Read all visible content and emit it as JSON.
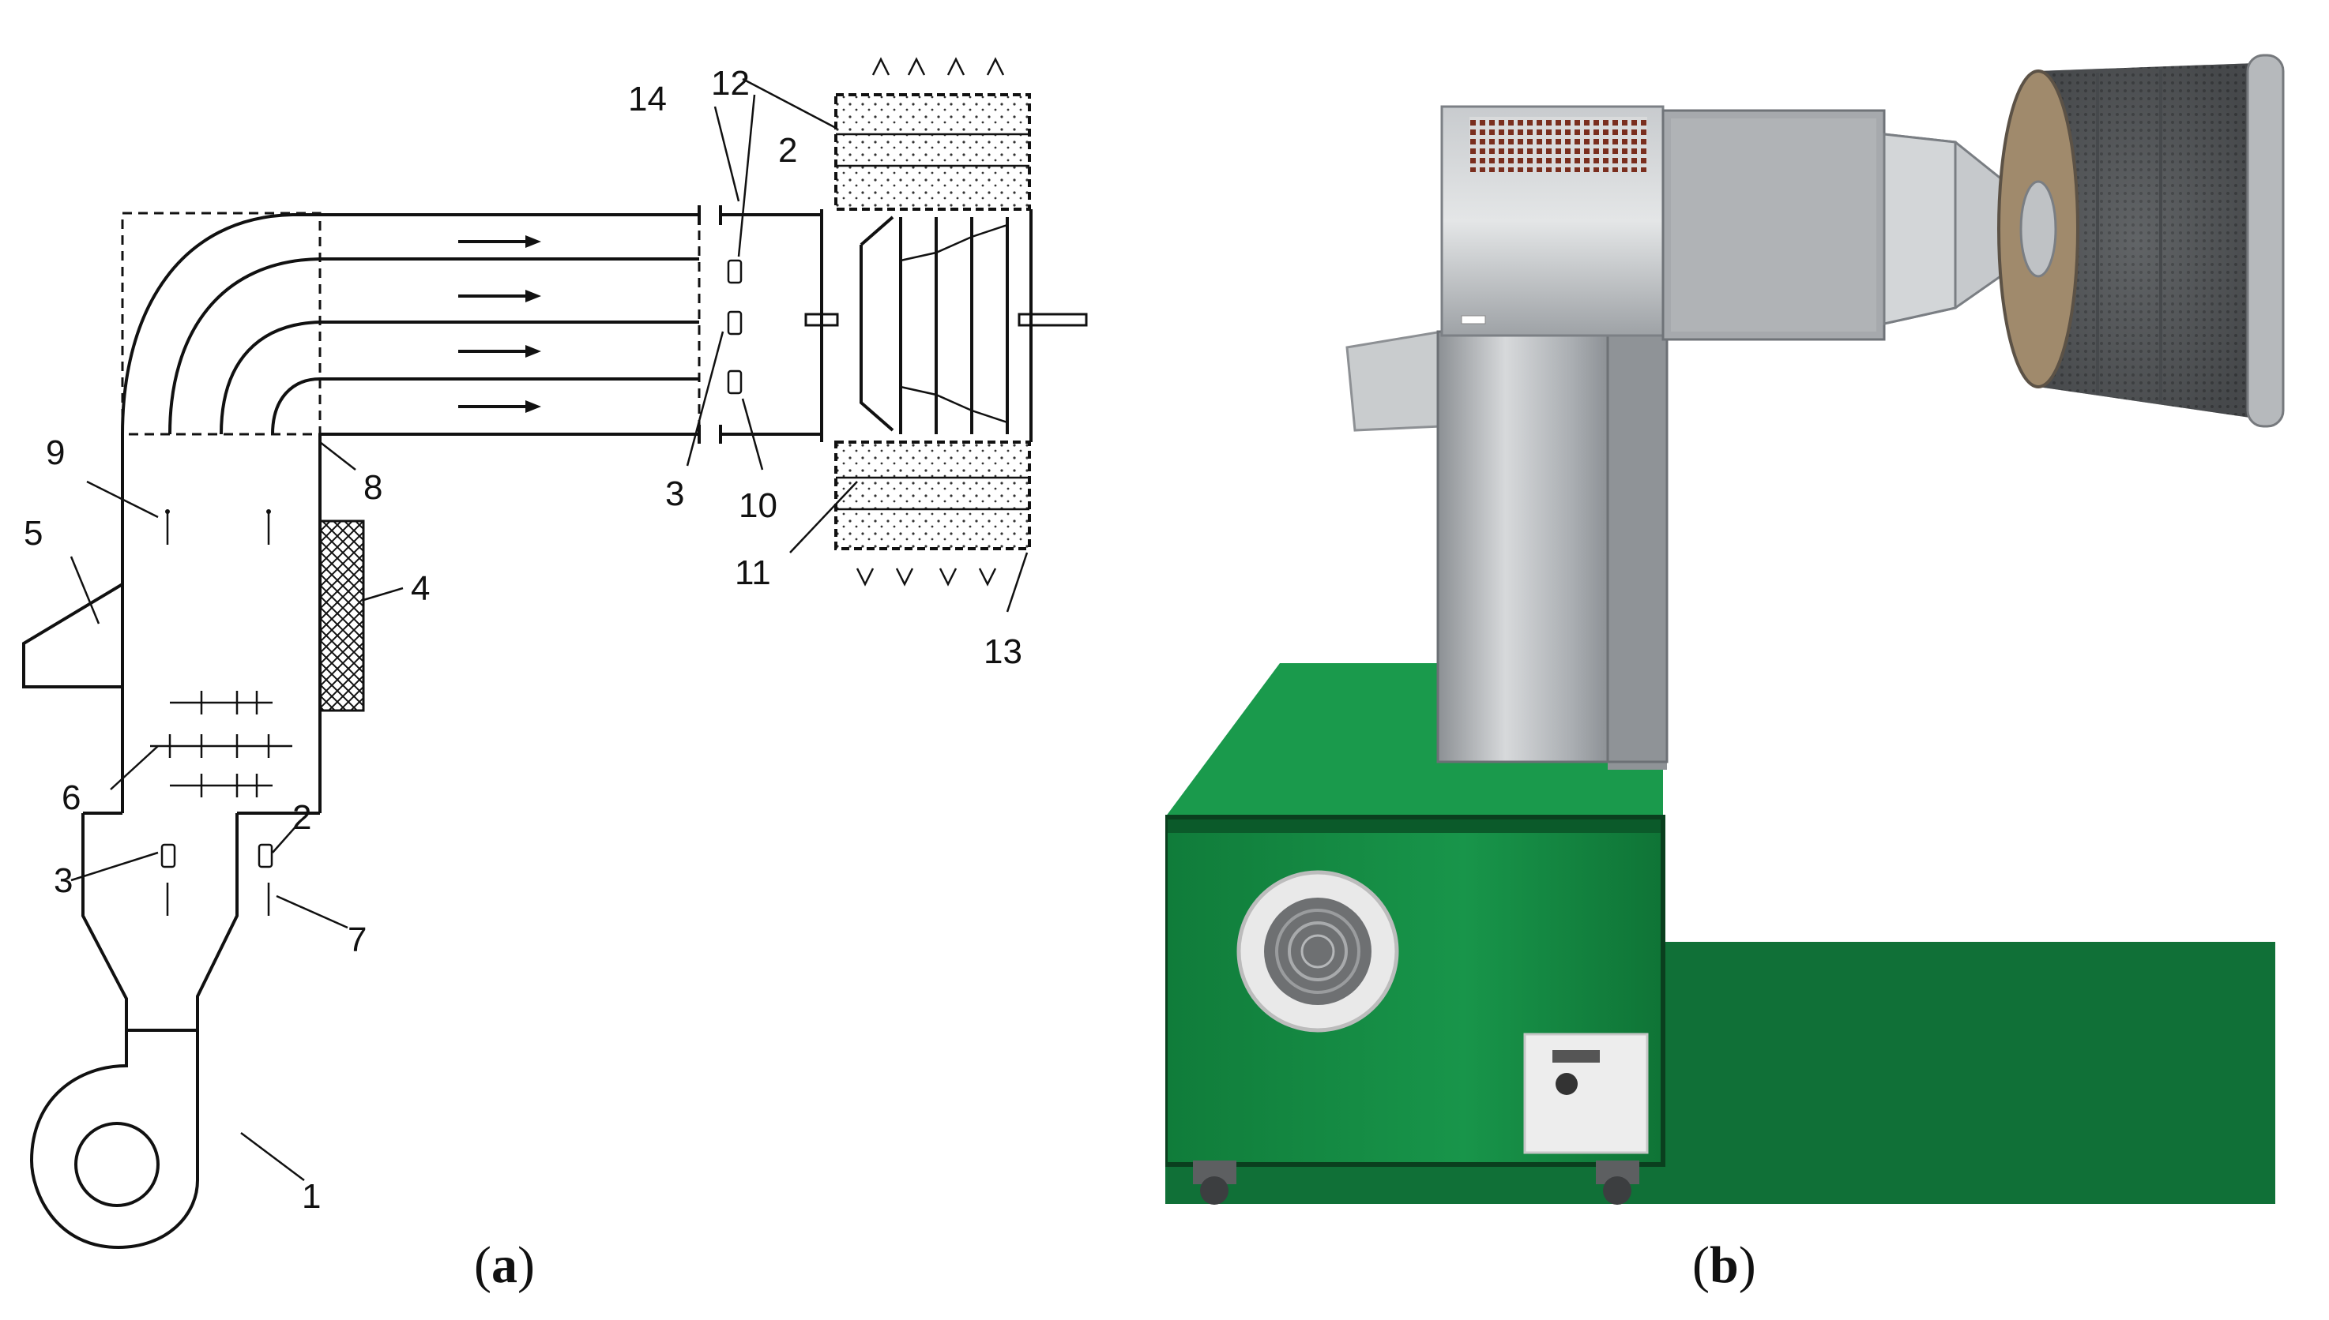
{
  "captions": {
    "a_open": "(",
    "a_letter": "a",
    "a_close": ")",
    "b_open": "(",
    "b_letter": "b",
    "b_close": ")"
  },
  "diagram_a": {
    "callouts": [
      "1",
      "2",
      "3",
      "4",
      "5",
      "6",
      "7",
      "8",
      "9",
      "10",
      "11",
      "12",
      "13",
      "14",
      "2",
      "3"
    ]
  },
  "colors": {
    "cabinet_green": "#148a42",
    "floor_green": "#0f6a34",
    "steel": "#b9bcbf",
    "steel_dark": "#7d8186",
    "line": "#111111"
  }
}
